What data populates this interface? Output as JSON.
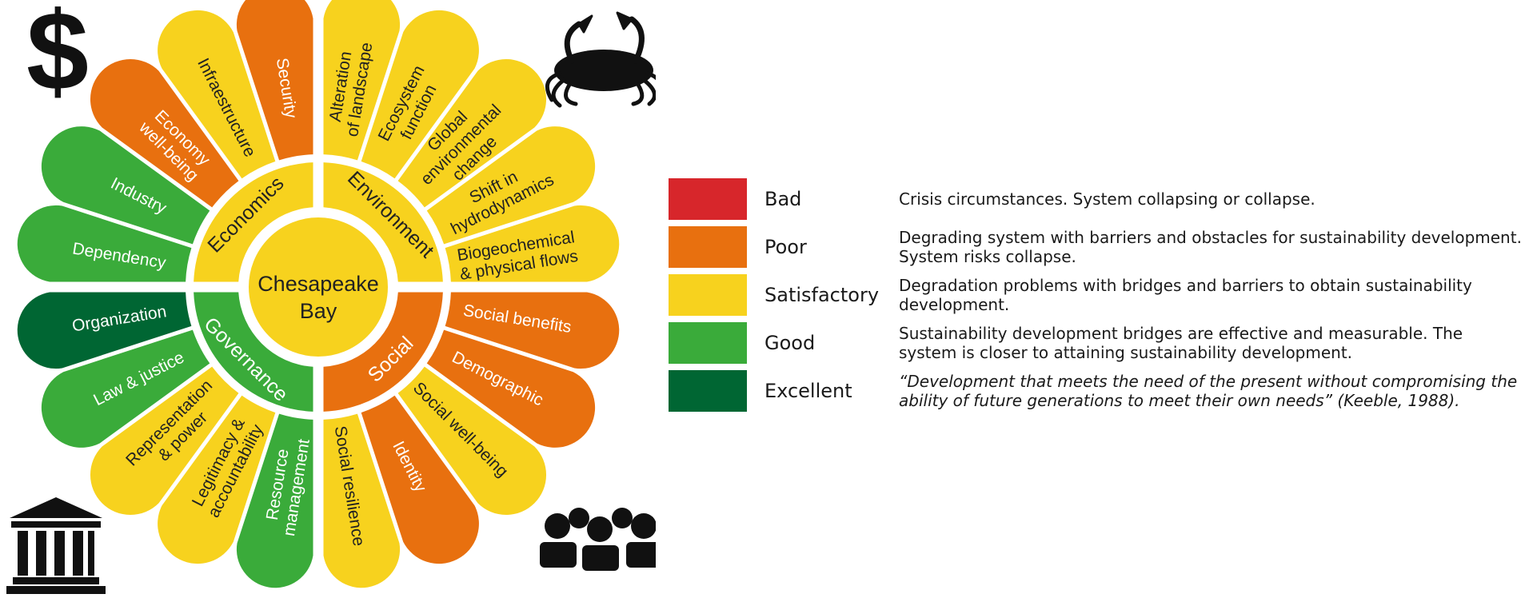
{
  "center": {
    "title_line1": "Chesapeake",
    "title_line2": "Bay"
  },
  "colors": {
    "Bad": "#d7262b",
    "Poor": "#e8700f",
    "Satisfactory": "#f7d21e",
    "Good": "#3aab3a",
    "Excellent": "#006633",
    "center": "#f7d21e"
  },
  "quadrants": [
    {
      "label": "Environment",
      "rating": "Satisfactory"
    },
    {
      "label": "Social",
      "rating": "Poor"
    },
    {
      "label": "Governance",
      "rating": "Good"
    },
    {
      "label": "Economics",
      "rating": "Satisfactory"
    }
  ],
  "petals": [
    {
      "lines": [
        "Alteration",
        "of landscape"
      ],
      "rating": "Satisfactory"
    },
    {
      "lines": [
        "Ecosystem",
        "function"
      ],
      "rating": "Satisfactory"
    },
    {
      "lines": [
        "Global",
        "environmental",
        "change"
      ],
      "rating": "Satisfactory"
    },
    {
      "lines": [
        "Shift in",
        "hydrodynamics"
      ],
      "rating": "Satisfactory"
    },
    {
      "lines": [
        "Biogeochemical",
        "& physical flows"
      ],
      "rating": "Satisfactory"
    },
    {
      "lines": [
        "Social benefits"
      ],
      "rating": "Poor"
    },
    {
      "lines": [
        "Demographic"
      ],
      "rating": "Poor"
    },
    {
      "lines": [
        "Social well-being"
      ],
      "rating": "Satisfactory"
    },
    {
      "lines": [
        "Identity"
      ],
      "rating": "Poor"
    },
    {
      "lines": [
        "Social resilience"
      ],
      "rating": "Satisfactory"
    },
    {
      "lines": [
        "Resource",
        "management"
      ],
      "rating": "Good"
    },
    {
      "lines": [
        "Legitimacy &",
        "accountability"
      ],
      "rating": "Satisfactory"
    },
    {
      "lines": [
        "Representation",
        "& power"
      ],
      "rating": "Satisfactory"
    },
    {
      "lines": [
        "Law & justice"
      ],
      "rating": "Good"
    },
    {
      "lines": [
        "Organization"
      ],
      "rating": "Excellent"
    },
    {
      "lines": [
        "Dependency"
      ],
      "rating": "Good"
    },
    {
      "lines": [
        "Industry"
      ],
      "rating": "Good"
    },
    {
      "lines": [
        "Economy",
        "well-being"
      ],
      "rating": "Poor"
    },
    {
      "lines": [
        "Infraestructure"
      ],
      "rating": "Satisfactory"
    },
    {
      "lines": [
        "Security"
      ],
      "rating": "Poor"
    }
  ],
  "legend": [
    {
      "label": "Bad",
      "color": "#d7262b",
      "desc": "Crisis circumstances. System collapsing or collapse."
    },
    {
      "label": "Poor",
      "color": "#e8700f",
      "desc": "Degrading system with barriers and obstacles for sustainability development. System risks collapse."
    },
    {
      "label": "Satisfactory",
      "color": "#f7d21e",
      "desc": "Degradation problems with bridges and barriers to obtain sustainability development."
    },
    {
      "label": "Good",
      "color": "#3aab3a",
      "desc": "Sustainability development bridges are effective and measurable. The system is closer to attaining sustainability development."
    },
    {
      "label": "Excellent",
      "color": "#006633",
      "desc": "“Development that meets the need of the present without compromising the ability of future generations to meet their own needs” (Keeble, 1988)."
    }
  ],
  "icons": [
    "dollar-icon",
    "crab-icon",
    "government-building-icon",
    "people-group-icon"
  ]
}
